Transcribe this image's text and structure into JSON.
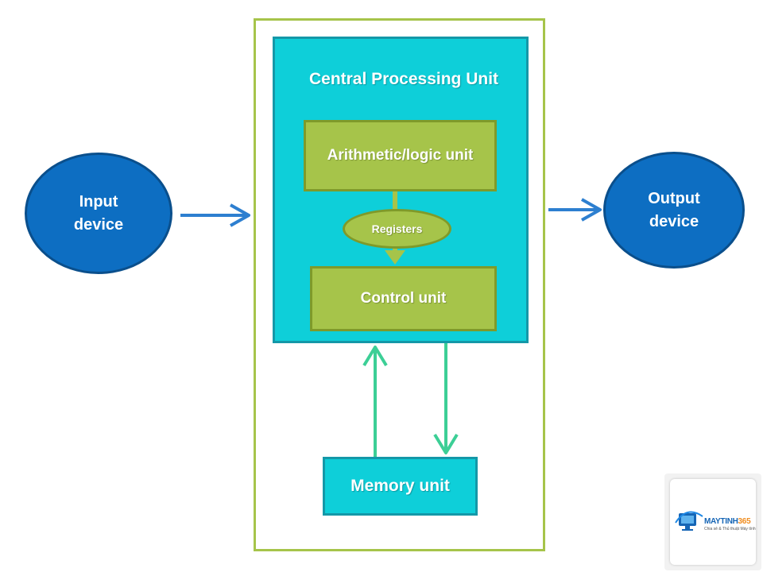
{
  "diagram": {
    "cpu_title": "Central Processing Unit",
    "alu_label": "Arithmetic/logic unit",
    "registers_label": "Registers",
    "control_label": "Control unit",
    "memory_label": "Memory unit",
    "input_device": {
      "line1": "Input",
      "line2": "device"
    },
    "output_device": {
      "line1": "Output",
      "line2": "device"
    }
  },
  "watermark": {
    "brand_prefix": "MAYTINH",
    "brand_number": "365",
    "tagline": "Chia sẻ & Thủ thuật Máy tính"
  },
  "colors": {
    "cyan": "#0ecfd9",
    "green": "#a6c44a",
    "blue": "#0d6ec2",
    "arrow_blue": "#2d7fd0",
    "arrow_teal": "#3ccf96"
  }
}
